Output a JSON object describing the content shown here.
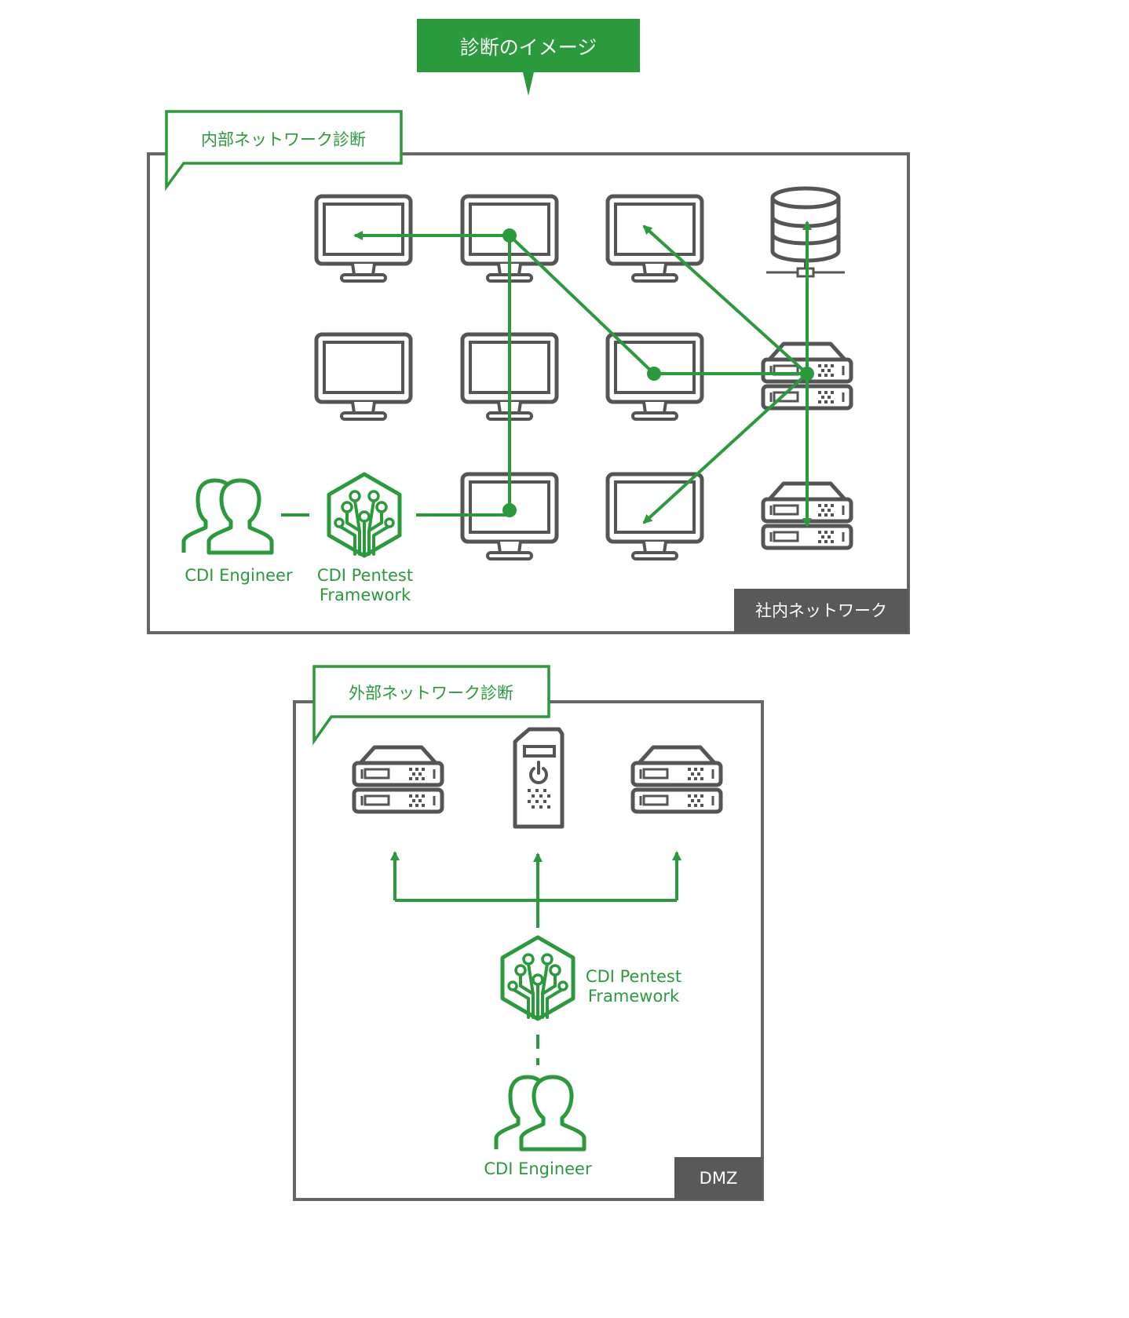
{
  "title": "診断のイメージ",
  "internal": {
    "callout": "内部ネットワーク診断",
    "zone_label": "社内ネットワーク",
    "engineer_label": "CDI Engineer",
    "framework_label_line1": "CDI Pentest",
    "framework_label_line2": "Framework"
  },
  "external": {
    "callout": "外部ネットワーク診断",
    "zone_label": "DMZ",
    "engineer_label": "CDI Engineer",
    "framework_label_line1": "CDI Pentest",
    "framework_label_line2": "Framework"
  },
  "colors": {
    "accent": "#2a9a3c",
    "icon": "#555555",
    "frame": "#666666",
    "zone_tag_bg": "#595959",
    "title_text": "#ffffff"
  },
  "icons": {
    "workstation": "monitor-icon",
    "database": "database-icon",
    "server": "server-rack-icon",
    "tower": "tower-pc-icon",
    "engineer": "users-icon",
    "framework": "circuit-hexagon-icon"
  }
}
